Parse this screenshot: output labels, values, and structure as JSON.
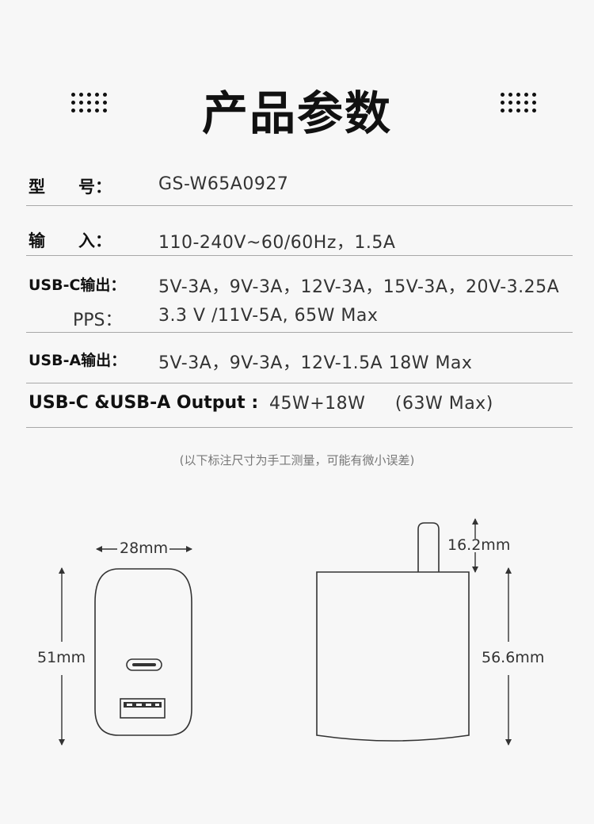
{
  "title": "产品参数",
  "specs": {
    "model_label": "型　　号：",
    "model_value": "GS-W65A0927",
    "input_label": "输　　入：",
    "input_value": "110-240V~60/60Hz，1.5A",
    "usbc_label": "USB-C输出：",
    "usbc_value": "5V-3A，9V-3A，12V-3A，15V-3A，20V-3.25A",
    "pps_label": "PPS：",
    "pps_value": "3.3 V /11V-5A,   65W  Max",
    "usba_label": "USB-A输出：",
    "usba_value": "5V-3A，9V-3A，12V-1.5A  18W  Max",
    "combo_label": "USB-C &USB-A Output :",
    "combo_value": "45W+18W     (63W Max)"
  },
  "note": "(以下标注尺寸为手工测量，可能有微小误差)",
  "dimensions": {
    "front_width": "28mm",
    "front_height": "51mm",
    "side_pin": "16.2mm",
    "side_height": "56.6mm"
  },
  "colors": {
    "background": "#f7f7f7",
    "text": "#222222",
    "rule": "#a8a8a8"
  }
}
